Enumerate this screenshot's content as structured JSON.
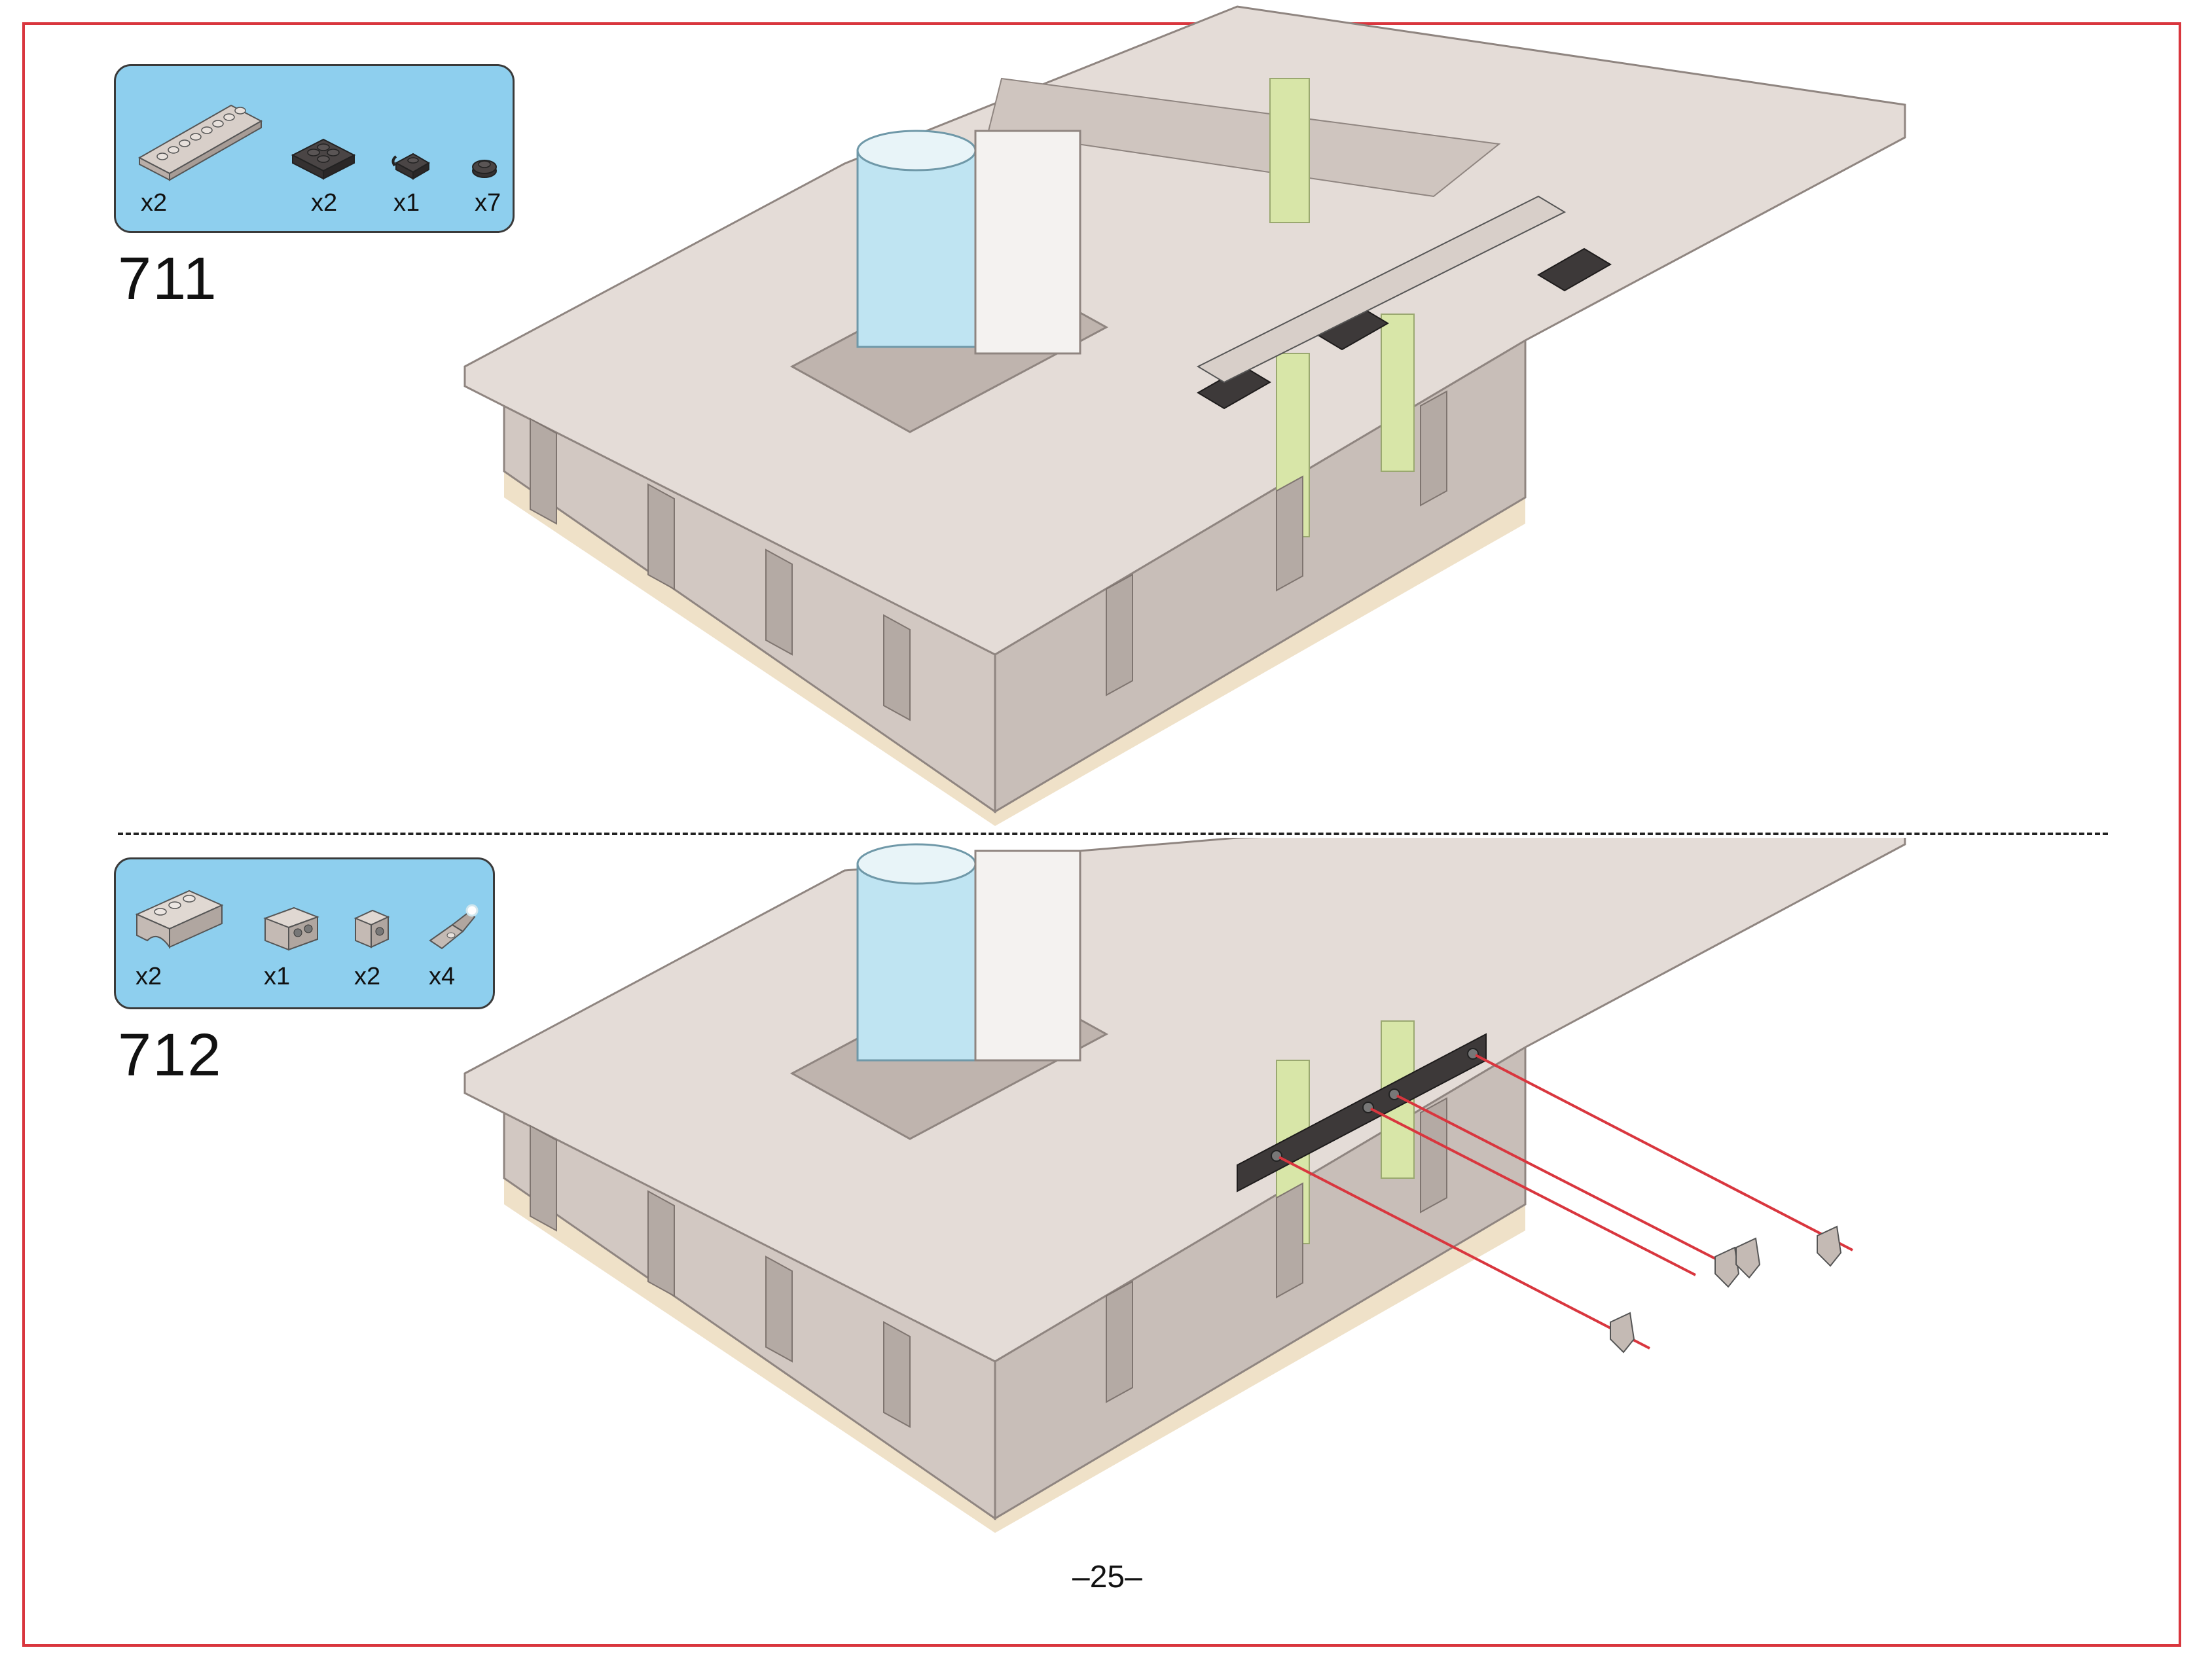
{
  "colors": {
    "frame": "#d9363e",
    "parts_box": "#8ecfee",
    "brick_light": "#d8cfc9",
    "brick_dark": "#3d3939",
    "arrow": "#d9363e",
    "glass": "#bfe4f2",
    "lime_glass": "#d8e6a8"
  },
  "steps": [
    {
      "number": "711",
      "parts": [
        {
          "icon": "plate-1x8-light-gray-icon",
          "qty": "x2"
        },
        {
          "icon": "plate-2x2-dark-gray-icon",
          "qty": "x2"
        },
        {
          "icon": "plate-clip-1x1-dark-gray-icon",
          "qty": "x1"
        },
        {
          "icon": "round-plate-1x1-dark-gray-icon",
          "qty": "x7"
        }
      ]
    },
    {
      "number": "712",
      "parts": [
        {
          "icon": "arch-1x4-light-gray-icon",
          "qty": "x2"
        },
        {
          "icon": "brick-1x2-studs-side-icon",
          "qty": "x1"
        },
        {
          "icon": "brick-1x1-stud-side-icon",
          "qty": "x2"
        },
        {
          "icon": "tooth-plate-icon",
          "qty": "x4"
        }
      ]
    }
  ],
  "page_number": "–25–"
}
